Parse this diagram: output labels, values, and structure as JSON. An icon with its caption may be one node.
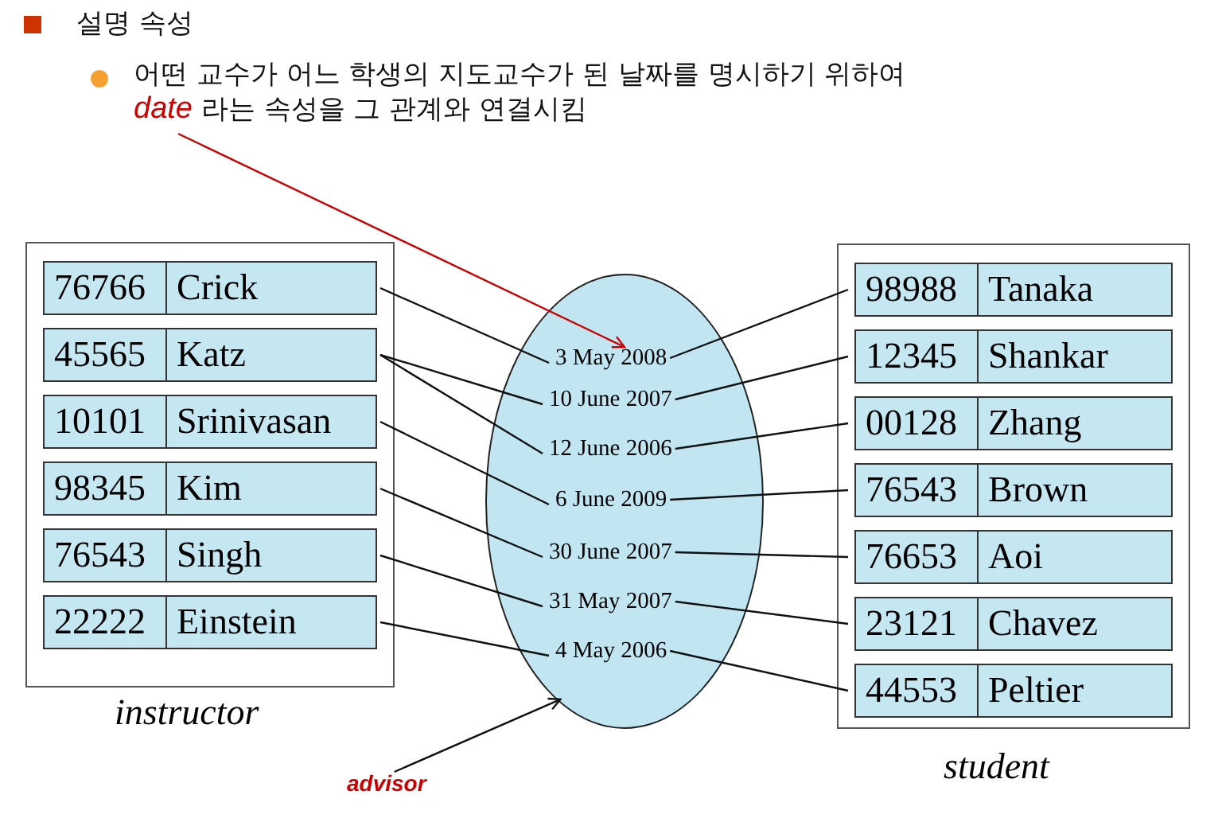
{
  "diagram": {
    "nodes": [
      {
        "text": [
          "어떤 교수가 어느 학생의 지도교수가 된 날짜를 명시하기 위하여 *date* 라는 속성을 그 관계와 연결시킴"
        ]
      },
      {
        "text": [
          "instructor"
        ]
      },
      {
        "text": [
          "76766",
          "Crick"
        ],
        "in": 1
      },
      {
        "text": [
          "45565",
          "Katz"
        ],
        "in": 1
      },
      {
        "text": [
          "10101",
          "Srinivasan"
        ],
        "in": 1
      },
      {
        "text": [
          "98345",
          "Kim"
        ],
        "in": 1
      },
      {
        "text": [
          "76543",
          "Singh"
        ],
        "in": 1
      },
      {
        "text": [
          "22222",
          "Einstein"
        ],
        "in": 1
      },
      {
        "text": [],
        "shape": "ellipse"
      },
      {
        "text": [
          "3 May 2008"
        ],
        "in": 8
      },
      {
        "text": [
          "10 June 2007"
        ],
        "in": 8
      },
      {
        "text": [
          "12 June 2006"
        ],
        "in": 8
      },
      {
        "text": [
          "6 June 2009"
        ],
        "in": 8
      },
      {
        "text": [
          "30 June 2007"
        ],
        "in": 8
      },
      {
        "text": [
          "31 May 2007"
        ],
        "in": 8
      },
      {
        "text": [
          "4 May 2006"
        ],
        "in": 8
      },
      {
        "text": [
          "student"
        ]
      },
      {
        "text": [
          "98988",
          "Tanaka"
        ],
        "in": 16
      },
      {
        "text": [
          "12345",
          "Shankar"
        ],
        "in": 16
      },
      {
        "text": [
          "00128",
          "Zhang"
        ],
        "in": 16
      },
      {
        "text": [
          "76543",
          "Brown"
        ],
        "in": 16
      },
      {
        "text": [
          "76653",
          "Aoi"
        ],
        "in": 16
      },
      {
        "text": [
          "23121",
          "Chavez"
        ],
        "in": 16
      },
      {
        "text": [
          "44553",
          "Peltier"
        ],
        "in": 16
      },
      {
        "text": [
          "advisor"
        ]
      }
    ],
    "edges": [
      {
        "from": 0,
        "to": 9,
        "arrow": "to",
        "color": "#cc0000"
      },
      {
        "from": 2,
        "to": 9,
        "arrow": "none"
      },
      {
        "from": 3,
        "to": 10,
        "arrow": "none"
      },
      {
        "from": 3,
        "to": 11,
        "arrow": "none"
      },
      {
        "from": 4,
        "to": 12,
        "arrow": "none"
      },
      {
        "from": 5,
        "to": 13,
        "arrow": "none"
      },
      {
        "from": 6,
        "to": 14,
        "arrow": "none"
      },
      {
        "from": 7,
        "to": 15,
        "arrow": "none"
      },
      {
        "from": 9,
        "to": 17,
        "arrow": "none"
      },
      {
        "from": 10,
        "to": 18,
        "arrow": "none"
      },
      {
        "from": 11,
        "to": 19,
        "arrow": "none"
      },
      {
        "from": 12,
        "to": 20,
        "arrow": "none"
      },
      {
        "from": 13,
        "to": 21,
        "arrow": "none"
      },
      {
        "from": 14,
        "to": 22,
        "arrow": "none"
      },
      {
        "from": 15,
        "to": 23,
        "arrow": "none"
      },
      {
        "from": 24,
        "to": 8,
        "arrow": "to"
      }
    ],
    "labels": [
      "설명 속성"
    ]
  }
}
